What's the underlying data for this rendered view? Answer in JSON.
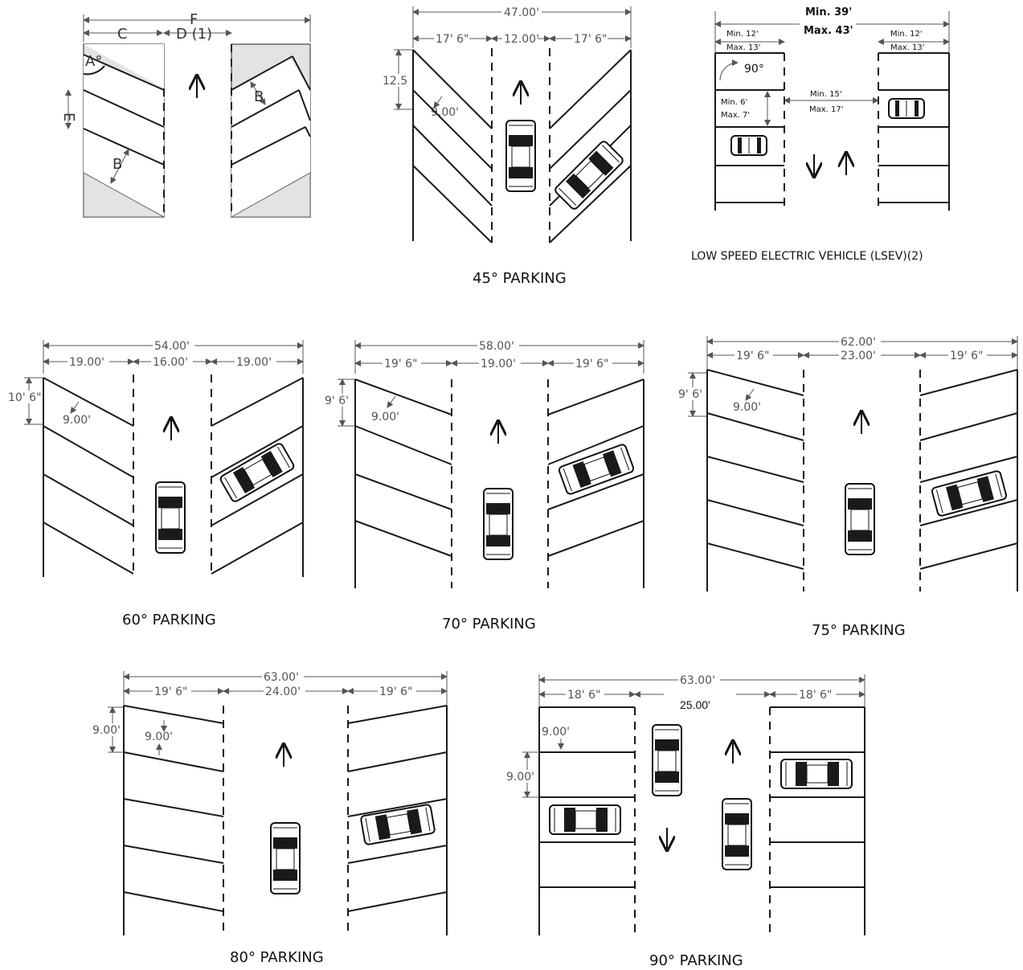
{
  "generic": {
    "labels": {
      "F": "F",
      "C": "C",
      "D": "D (1)",
      "A": "A°",
      "E": "E",
      "B": "B"
    }
  },
  "p45": {
    "caption": "45° PARKING",
    "total": "47.00'",
    "left": "17' 6\"",
    "center": "12.00'",
    "right": "17' 6\"",
    "depth": "12.5",
    "stall": "9.00'"
  },
  "lsev": {
    "caption": "LOW SPEED ELECTRIC VEHICLE (LSEV)(2)",
    "total_min": "Min. 39'",
    "total_max": "Max. 43'",
    "left_min": "Min. 12'",
    "left_max": "Max. 13'",
    "right_min": "Min. 12'",
    "right_max": "Max. 13'",
    "angle": "90°",
    "width_min": "Min. 6'",
    "width_max": "Max. 7'",
    "aisle_min": "Min. 15'",
    "aisle_max": "Max. 17'"
  },
  "p60": {
    "caption": "60° PARKING",
    "total": "54.00'",
    "left": "19.00'",
    "center": "16.00'",
    "right": "19.00'",
    "depth": "10' 6\"",
    "stall": "9.00'"
  },
  "p70": {
    "caption": "70° PARKING",
    "total": "58.00'",
    "left": "19' 6\"",
    "center": "19.00'",
    "right": "19' 6\"",
    "depth": "9' 6'",
    "stall": "9.00'"
  },
  "p75": {
    "caption": "75° PARKING",
    "total": "62.00'",
    "left": "19' 6\"",
    "center": "23.00'",
    "right": "19' 6\"",
    "depth": "9' 6'",
    "stall": "9.00'"
  },
  "p80": {
    "caption": "80° PARKING",
    "total": "63.00'",
    "left": "19' 6\"",
    "center": "24.00'",
    "right": "19' 6\"",
    "depth": "9.00'",
    "stall": "9.00'"
  },
  "p90": {
    "caption": "90° PARKING",
    "total": "63.00'",
    "left": "18' 6\"",
    "center": "25.00'",
    "right": "18' 6\"",
    "depth": "9.00'",
    "stall": "9.00'"
  }
}
